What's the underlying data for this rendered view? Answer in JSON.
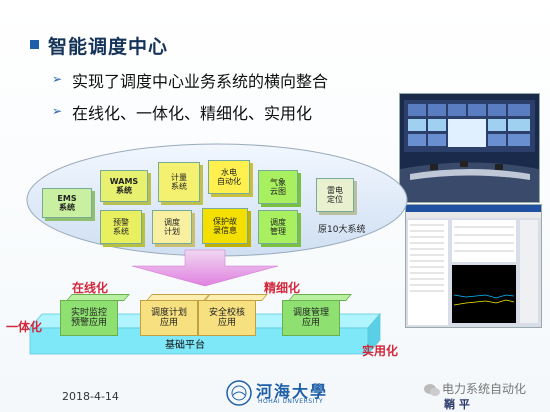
{
  "slide": {
    "title": "智能调度中心",
    "bullets": [
      "实现了调度中心业务系统的横向整合",
      "在线化、一体化、精细化、实用化"
    ]
  },
  "diagram": {
    "systems": [
      {
        "label": "EMS\n系统",
        "color": "#c8f0a0"
      },
      {
        "label": "WAMS\n系统",
        "color": "#e8f070"
      },
      {
        "label": "计量\n系统",
        "color": "#f4f070"
      },
      {
        "label": "水电\n自动化",
        "color": "#fff050"
      },
      {
        "label": "气象\n云图",
        "color": "#a8f060"
      },
      {
        "label": "雷电\n定位",
        "color": "#e8f0d0"
      },
      {
        "label": "预警\n系统",
        "color": "#e8f060"
      },
      {
        "label": "调度\n计划",
        "color": "#f8f0a0"
      },
      {
        "label": "保护故\n录信息",
        "color": "#f4e000"
      },
      {
        "label": "调度\n管理",
        "color": "#a8f060"
      }
    ],
    "original_caption": "原10大系统",
    "modules": [
      {
        "label": "实时监控\n预警应用",
        "color": "#8ee070"
      },
      {
        "label": "调度计划\n应用",
        "color": "#f6e080"
      },
      {
        "label": "安全校核\n应用",
        "color": "#f6e080"
      },
      {
        "label": "调度管理\n应用",
        "color": "#8ee070"
      }
    ],
    "platform_label": "基础平台",
    "tags": {
      "online": "在线化",
      "integrated": "一体化",
      "refined": "精细化",
      "practical": "实用化"
    }
  },
  "footer": {
    "date": "2018-4-14",
    "university_cn": "河海大學",
    "university_en": "HOHAI UNIVERSITY",
    "watermark": "电力系统自动化",
    "page_mark": "鞘 平"
  },
  "colors": {
    "title_blue": "#16345a",
    "bullet_blue": "#1f5fa8",
    "accent_red": "#d2283c",
    "platform_cyan": "#7fe8f8"
  }
}
